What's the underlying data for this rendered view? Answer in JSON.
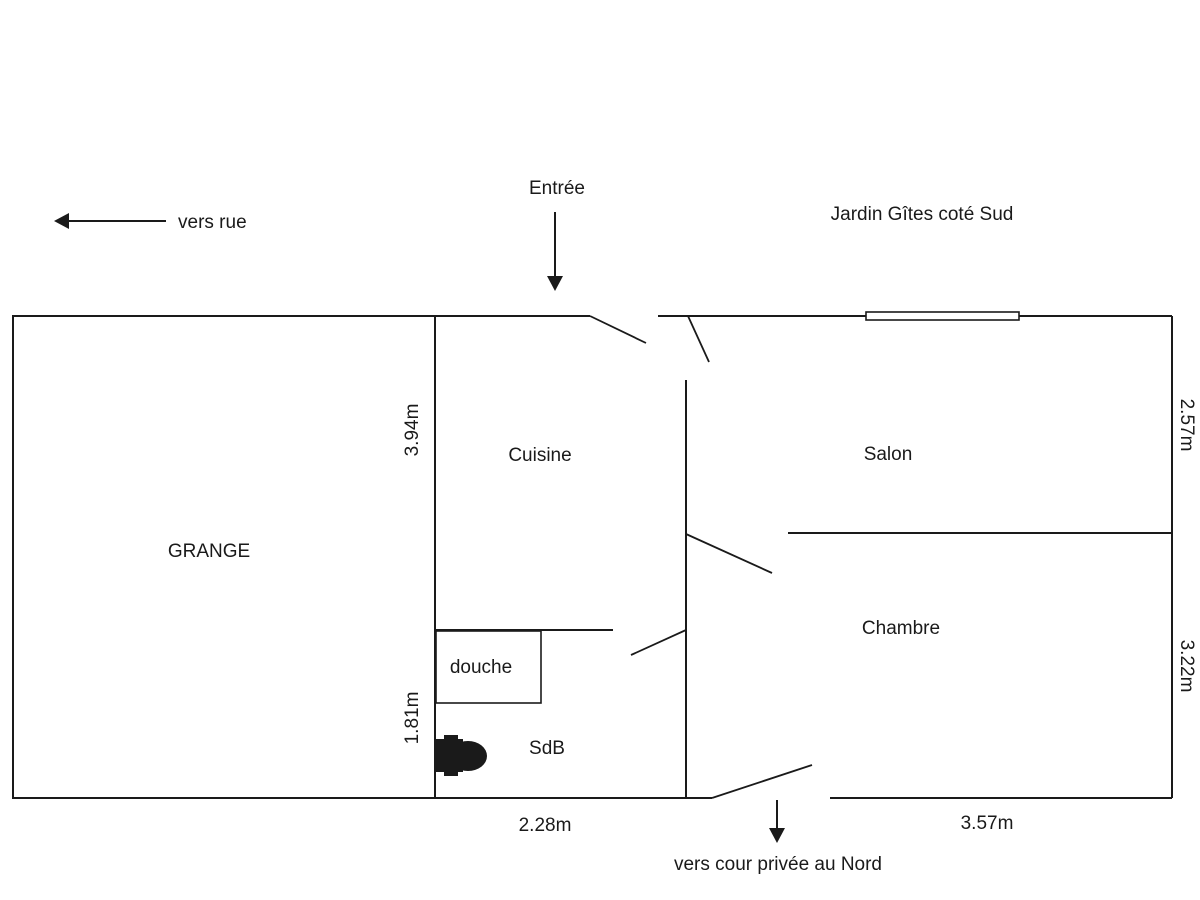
{
  "labels": {
    "entrance": "Entrée",
    "to_street": "vers rue",
    "garden": "Jardin Gîtes coté Sud",
    "courtyard": "vers cour privée au Nord"
  },
  "rooms": {
    "barn": "GRANGE",
    "kitchen": "Cuisine",
    "shower": "douche",
    "bathroom": "SdB",
    "living_room": "Salon",
    "bedroom": "Chambre"
  },
  "dimensions": {
    "kitchen_height": "3.94m",
    "bathroom_height": "1.81m",
    "kitchen_width": "2.28m",
    "bedroom_width": "3.57m",
    "living_height": "2.57m",
    "bedroom_height": "3.22m"
  },
  "colors": {
    "ink": "#1a1a1a",
    "background": "#ffffff"
  }
}
